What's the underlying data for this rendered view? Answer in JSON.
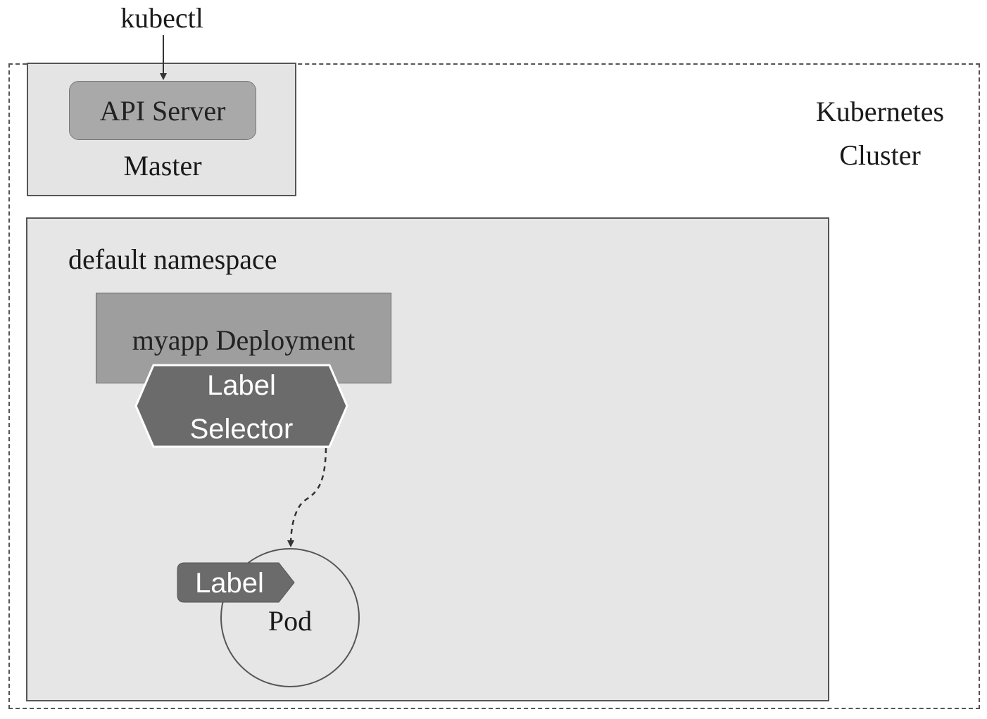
{
  "kubectl": {
    "label": "kubectl"
  },
  "cluster": {
    "label_line1": "Kubernetes",
    "label_line2": "Cluster"
  },
  "master": {
    "api_server_label": "API Server",
    "label": "Master"
  },
  "namespace": {
    "label": "default namespace"
  },
  "deployment": {
    "label": "myapp Deployment"
  },
  "selector": {
    "line1": "Label",
    "line2": "Selector"
  },
  "pod": {
    "label_tag": "Label",
    "label": "Pod"
  },
  "colors": {
    "master_fill": "#e4e4e4",
    "api_server_fill": "#a9a9a9",
    "namespace_fill": "#e6e6e6",
    "deployment_fill": "#9e9e9e",
    "selector_fill": "#6b6b6b",
    "label_tag_fill": "#6b6b6b"
  }
}
